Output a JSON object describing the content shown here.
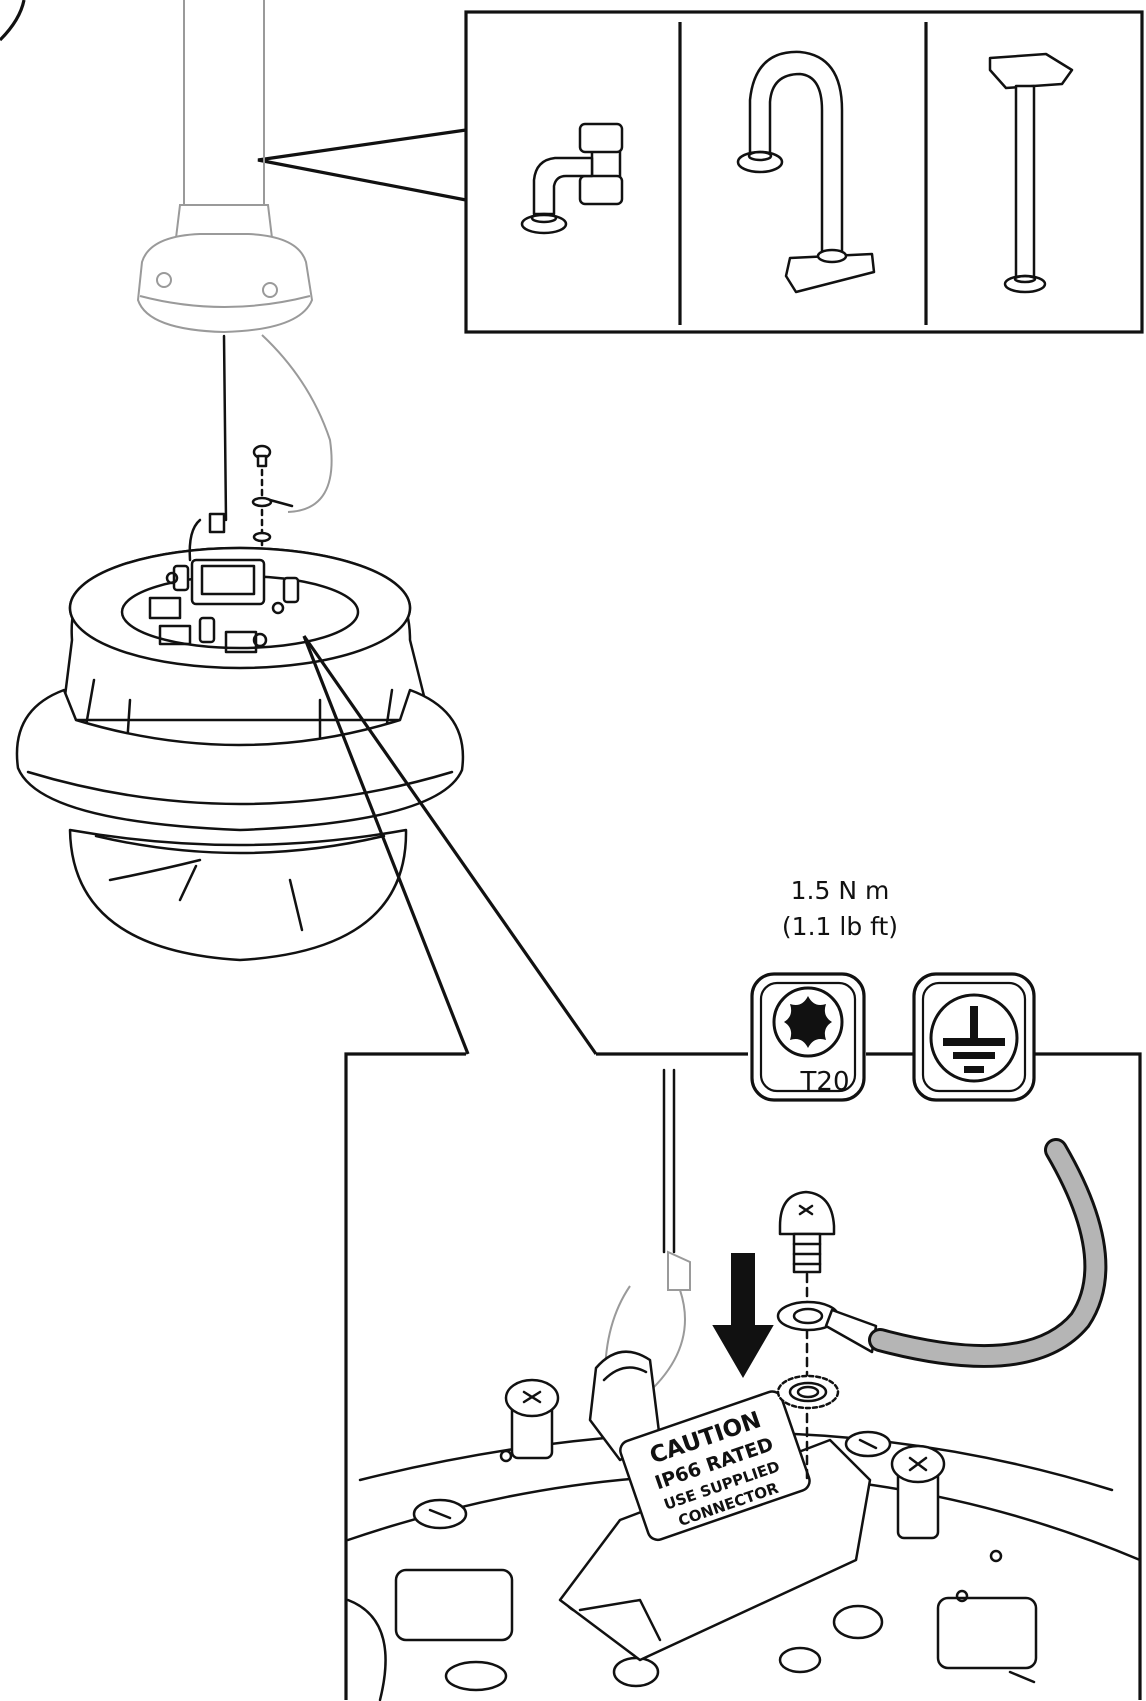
{
  "torque": {
    "value": "1.5 N m",
    "imperial": "(1.1 lb ft)"
  },
  "tool": {
    "bit": "T20",
    "icon": "torx-bit-icon"
  },
  "ground_symbol": "ground-icon",
  "caution_label": {
    "line1": "CAUTION",
    "line2": "IP66 RATED",
    "line3": "USE SUPPLIED",
    "line4": "CONNECTOR"
  },
  "wire_color": "#b5b5b5"
}
